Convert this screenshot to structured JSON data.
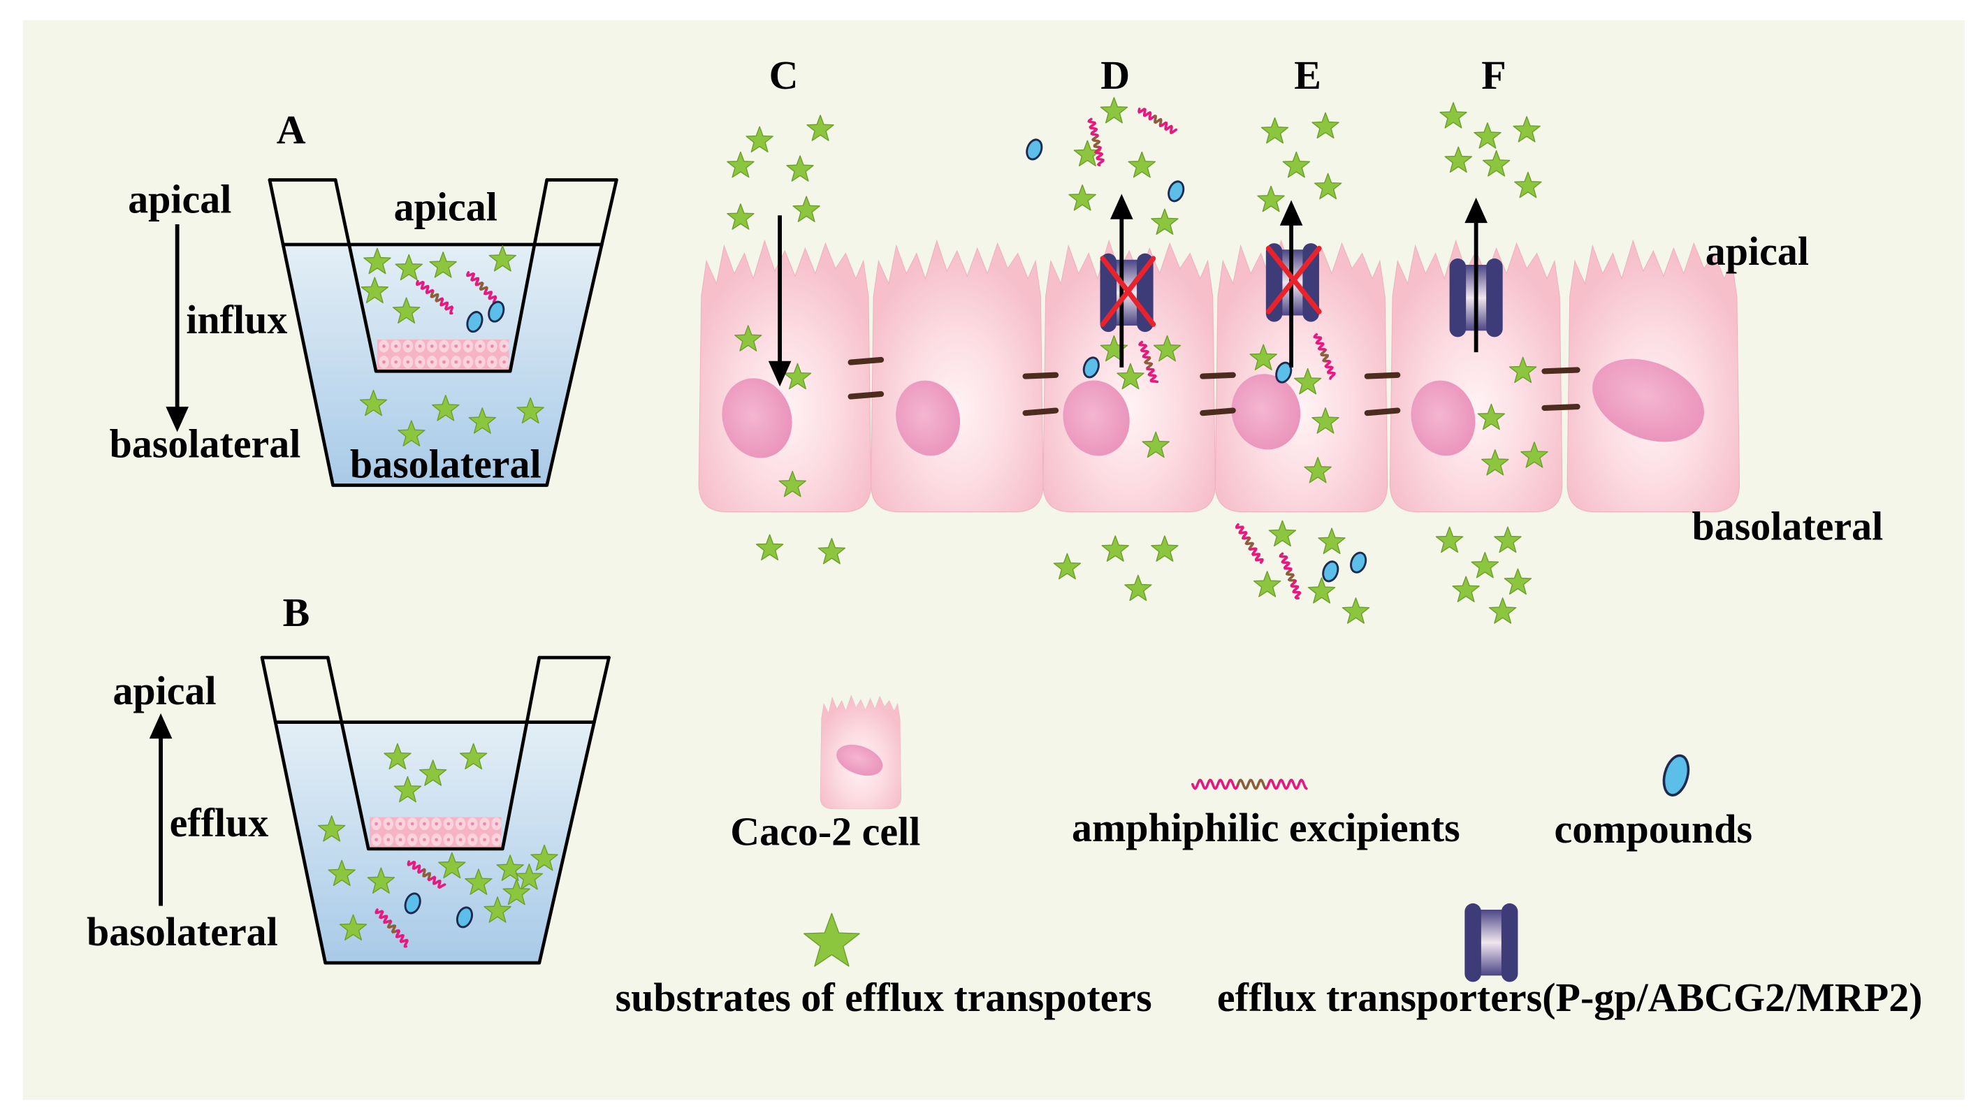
{
  "figure": {
    "panel_a": {
      "letter": "A",
      "side_top": "apical",
      "direction": "influx",
      "side_bottom": "basolateral",
      "chamber_top": "apical",
      "chamber_bottom": "basolateral"
    },
    "panel_b": {
      "letter": "B",
      "side_top": "apical",
      "direction": "efflux",
      "side_bottom": "basolateral"
    },
    "monolayer": {
      "letters": [
        "C",
        "D",
        "E",
        "F"
      ],
      "side_top": "apical",
      "side_bottom": "basolateral"
    }
  },
  "legend": {
    "cell": "Caco-2 cell",
    "excipients": "amphiphilic excipients",
    "compounds": "compounds",
    "substrates": "substrates of efflux transpoters",
    "transporters": "efflux transporters(P-gp/ABCG2/MRP2)",
    "icons": [
      "caco2-cell-icon",
      "amphiphilic-excipient-icon",
      "compound-icon",
      "substrate-star-icon",
      "efflux-transporter-icon"
    ]
  },
  "colors": {
    "panel_background": "#f3f6e8",
    "substrate_star": "#8cc63f",
    "compound": "#5cbfea",
    "excipient": "#e6197e",
    "transporter": "#3d3b78",
    "inhibition_cross": "#e8232b"
  }
}
